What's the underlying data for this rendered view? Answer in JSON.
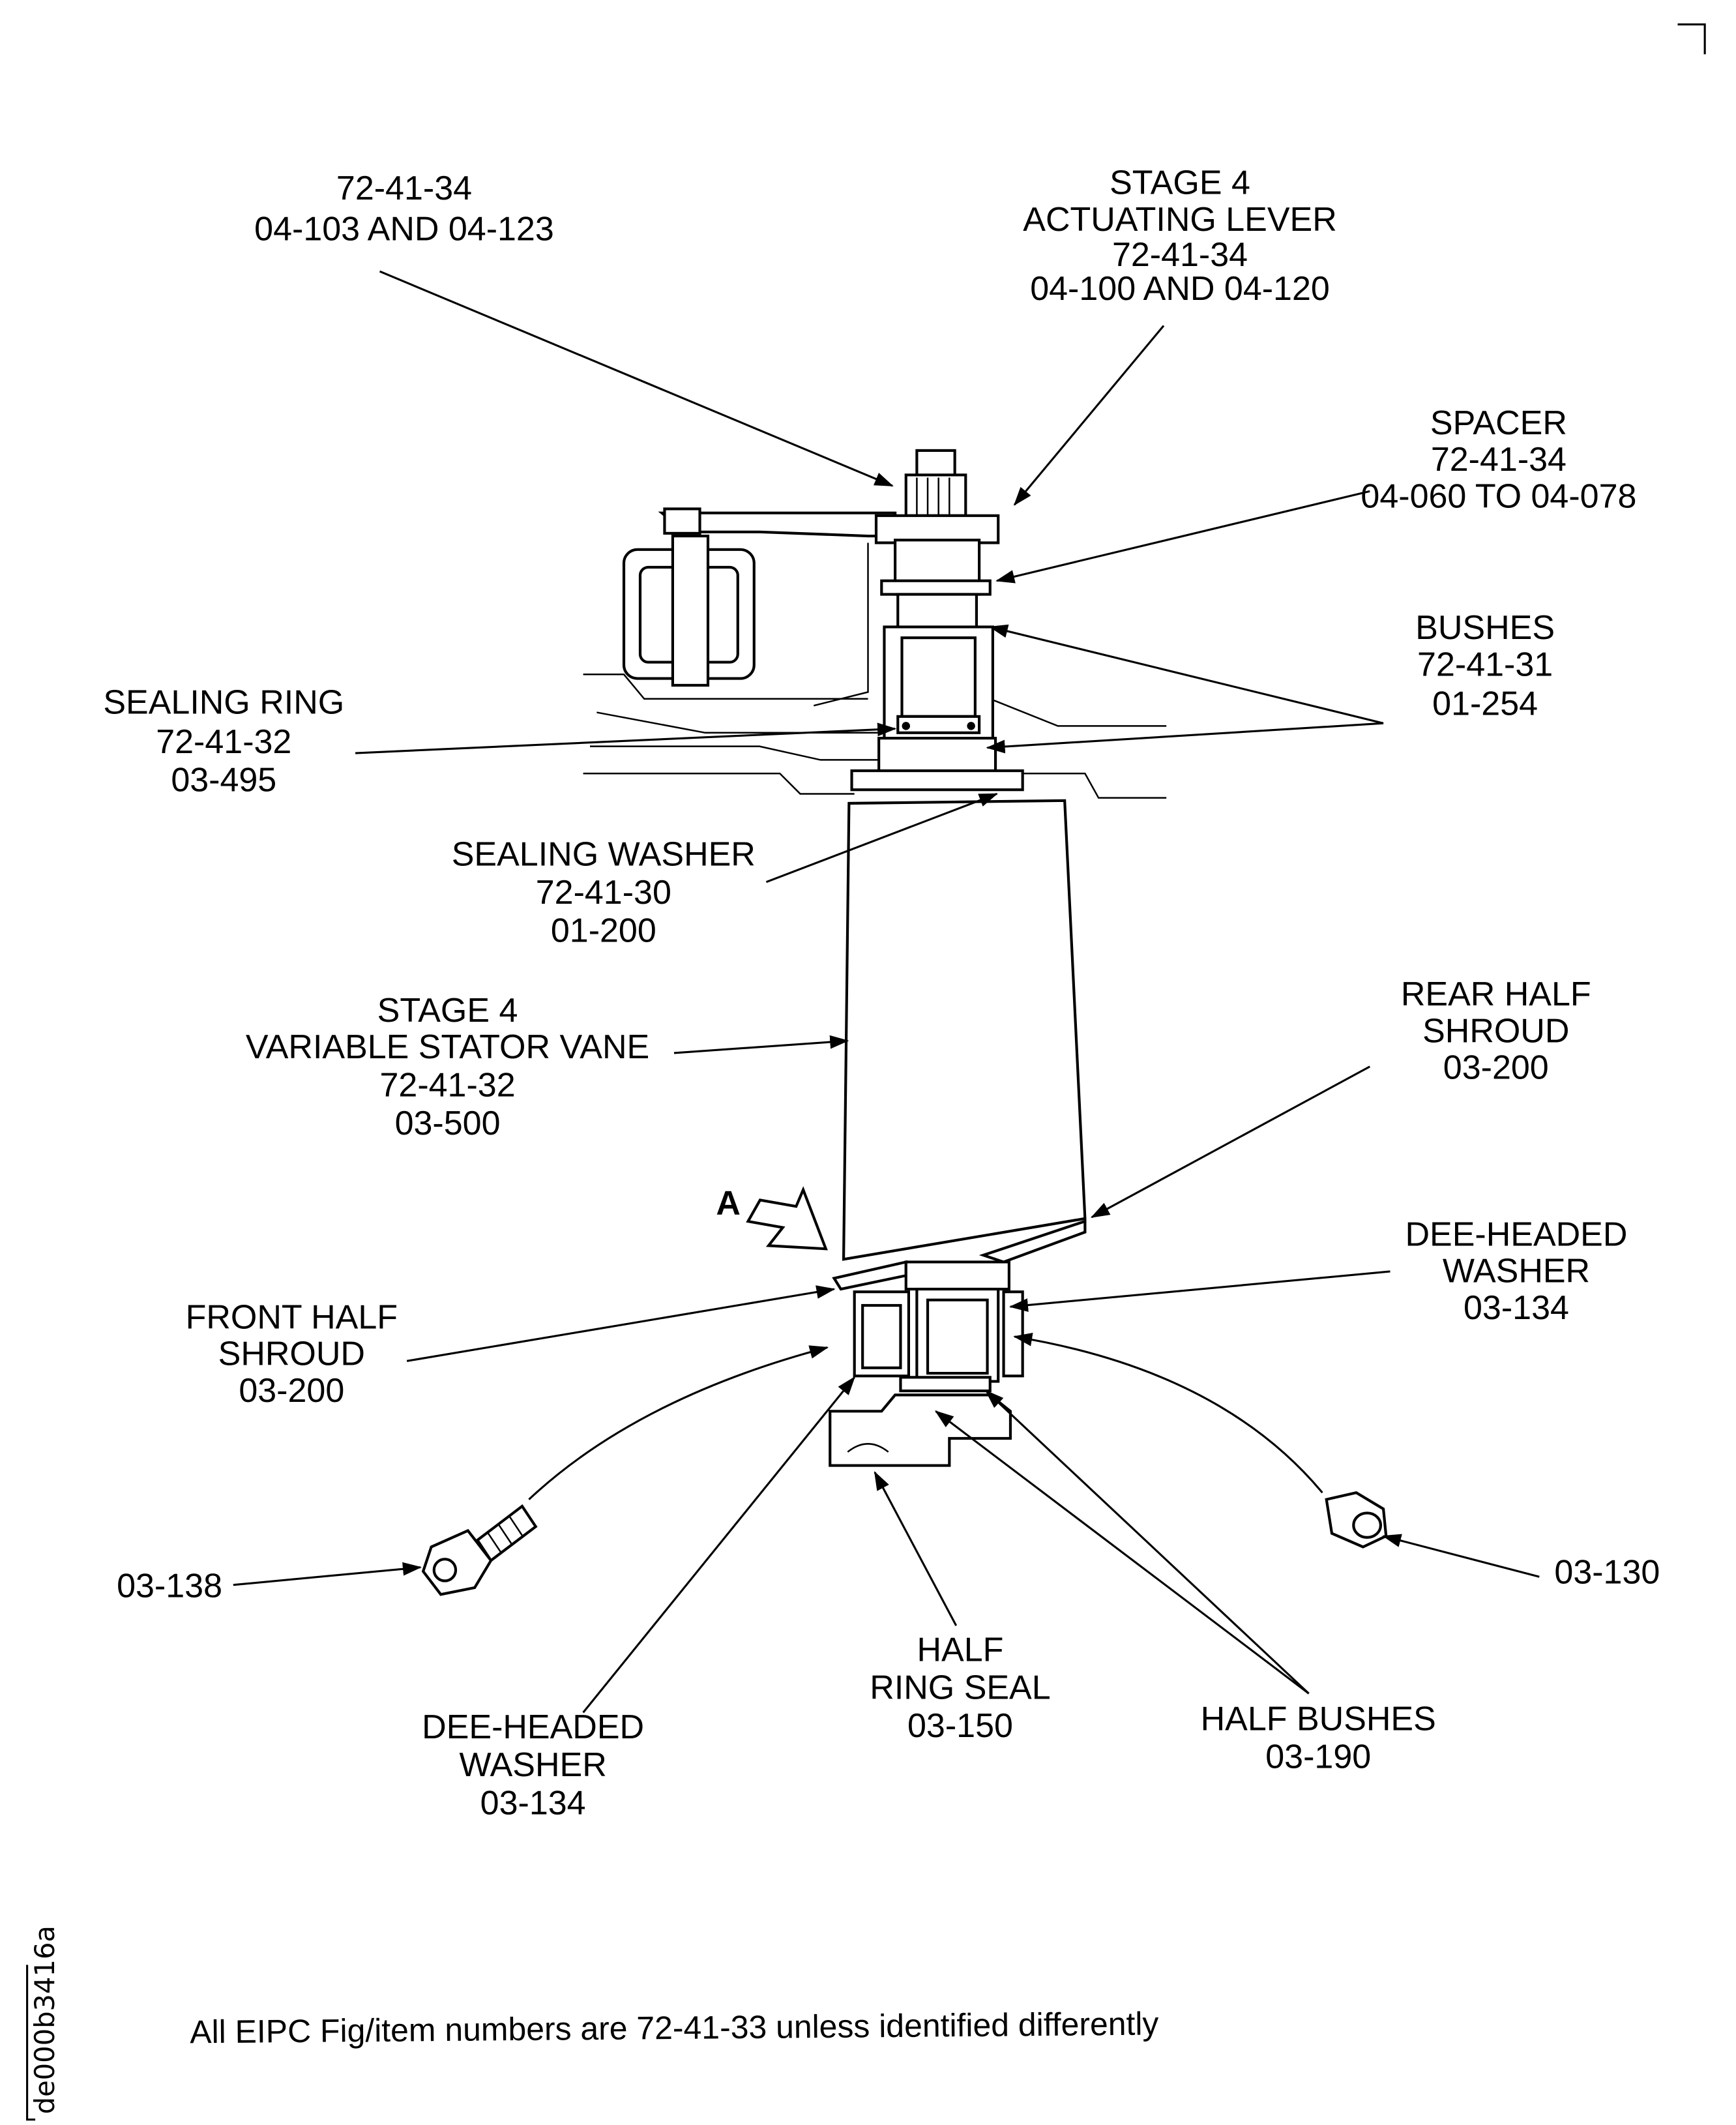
{
  "diagram": {
    "callouts": [
      {
        "id": "actuating-lever-nut",
        "lines": [
          "72-41-34",
          "04-103 AND 04-123"
        ]
      },
      {
        "id": "actuating-lever",
        "lines": [
          "STAGE 4",
          "ACTUATING LEVER",
          "72-41-34",
          "04-100  AND 04-120"
        ]
      },
      {
        "id": "spacer",
        "lines": [
          "SPACER",
          "72-41-34",
          "04-060 TO 04-078"
        ]
      },
      {
        "id": "bushes",
        "lines": [
          "BUSHES",
          "72-41-31",
          "01-254"
        ]
      },
      {
        "id": "sealing-ring",
        "lines": [
          "SEALING RING",
          "72-41-32",
          "03-495"
        ]
      },
      {
        "id": "sealing-washer",
        "lines": [
          "SEALING  WASHER",
          "72-41-30",
          "01-200"
        ]
      },
      {
        "id": "variable-stator-vane",
        "lines": [
          "STAGE 4",
          "VARIABLE STATOR VANE",
          "72-41-32",
          "03-500"
        ]
      },
      {
        "id": "rear-half-shroud",
        "lines": [
          "REAR HALF",
          "SHROUD",
          "03-200"
        ]
      },
      {
        "id": "dee-headed-washer-right",
        "lines": [
          "DEE-HEADED",
          "WASHER",
          "03-134"
        ]
      },
      {
        "id": "front-half-shroud",
        "lines": [
          "FRONT HALF",
          "SHROUD",
          "03-200"
        ]
      },
      {
        "id": "bolt",
        "lines": [
          "03-138"
        ]
      },
      {
        "id": "nut",
        "lines": [
          "03-130"
        ]
      },
      {
        "id": "half-ring-seal",
        "lines": [
          "HALF",
          "RING SEAL",
          "03-150"
        ]
      },
      {
        "id": "half-bushes",
        "lines": [
          "HALF BUSHES",
          "03-190"
        ]
      },
      {
        "id": "dee-headed-washer-left",
        "lines": [
          "DEE-HEADED",
          "WASHER",
          "03-134"
        ]
      }
    ],
    "view_label": "A",
    "footer_note": "All EIPC Fig/item numbers are 72-41-33 unless identified differently",
    "figure_id": "de000b3416a"
  }
}
